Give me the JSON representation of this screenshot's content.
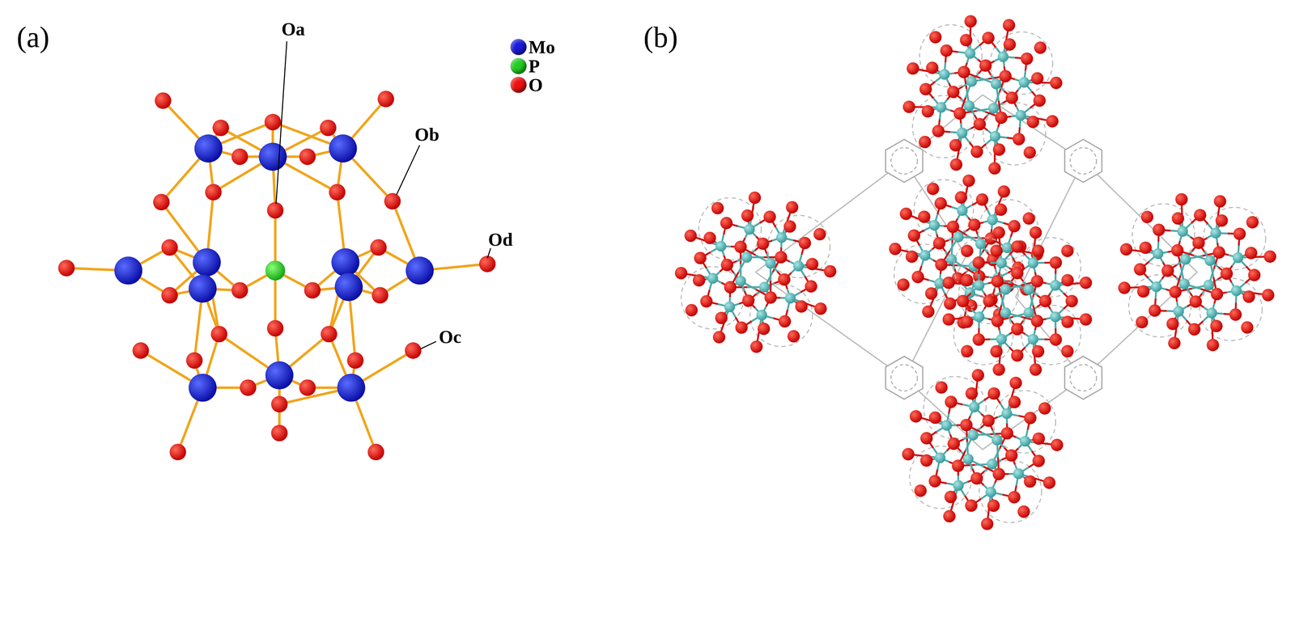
{
  "diagram": {
    "labels": [
      "(a)",
      "(b)",
      "Oa",
      "Ob",
      "Oc",
      "Od"
    ],
    "legend": [
      {
        "text": "Mo",
        "color": "#1a1ad8"
      },
      {
        "text": "P",
        "color": "#22cc22"
      },
      {
        "text": "O",
        "color": "#ee1111"
      }
    ]
  }
}
